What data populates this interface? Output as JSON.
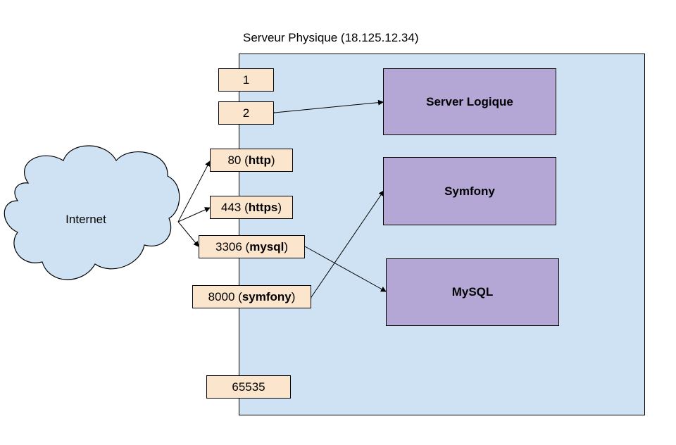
{
  "server": {
    "label": "Serveur Physique (18.125.12.34)"
  },
  "cloud": {
    "label": "Internet"
  },
  "ports": [
    {
      "num": "1",
      "name": ""
    },
    {
      "num": "2",
      "name": ""
    },
    {
      "num": "80",
      "name": "http"
    },
    {
      "num": "443",
      "name": "https"
    },
    {
      "num": "3306",
      "name": "mysql"
    },
    {
      "num": "8000",
      "name": "symfony"
    },
    {
      "num": "65535",
      "name": ""
    }
  ],
  "services": [
    {
      "label": "Server Logique"
    },
    {
      "label": "Symfony"
    },
    {
      "label": "MySQL"
    }
  ],
  "colors": {
    "server_fill": "#cfe2f3",
    "port_fill": "#fce5cd",
    "service_fill": "#b4a7d6",
    "cloud_fill": "#cfe2f3"
  }
}
